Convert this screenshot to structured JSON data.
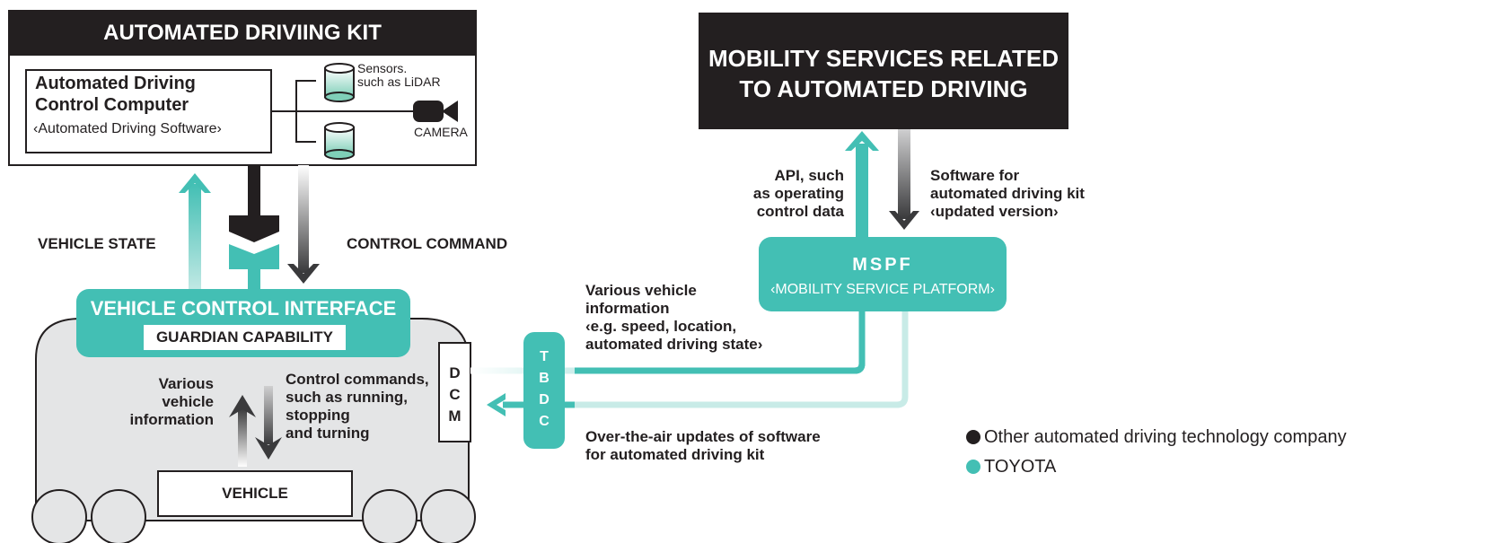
{
  "kit": {
    "title": "AUTOMATED DRIVIING KIT",
    "computer_line1": "Automated Driving",
    "computer_line2": "Control Computer",
    "computer_sub": "‹Automated Driving Software›",
    "sensors_line1": "Sensors.",
    "sensors_line2": "such as LiDAR",
    "camera": "CAMERA"
  },
  "mobility": {
    "line1": "MOBILITY SERVICES RELATED",
    "line2": "TO AUTOMATED DRIVING"
  },
  "arrows": {
    "vehicle_state": "VEHICLE STATE",
    "control_command": "CONTROL COMMAND",
    "api": [
      "API, such",
      "as operating",
      "control data"
    ],
    "software": [
      "Software for",
      "automated driving kit",
      "‹updated version›"
    ],
    "vehicle_info": [
      "Various vehicle",
      "information",
      "‹e.g. speed, location,",
      "automated driving state›"
    ],
    "ota": [
      "Over-the-air updates of software",
      "for automated driving kit"
    ]
  },
  "mspf": {
    "title": "MSPF",
    "sub": "‹MOBILITY SERVICE PLATFORM›"
  },
  "vci": {
    "title": "VEHICLE CONTROL INTERFACE",
    "guardian": "GUARDIAN CAPABILITY"
  },
  "vehicle": {
    "left_label": [
      "Various",
      "vehicle",
      "information"
    ],
    "right_label": [
      "Control commands,",
      "such as running,",
      "stopping",
      "and turning"
    ],
    "box": "VEHICLE",
    "dcm": [
      "D",
      "C",
      "M"
    ],
    "tbdc": [
      "T",
      "B",
      "D",
      "C"
    ]
  },
  "legend": {
    "other": "Other automated driving technology company",
    "toyota": "TOYOTA"
  },
  "colors": {
    "teal": "#43bfb4",
    "dark": "#231f20",
    "vehicle_fill": "#e4e5e6",
    "sensor_gradient_top": "#ffffff",
    "sensor_gradient_bottom": "#7fcfb8"
  }
}
